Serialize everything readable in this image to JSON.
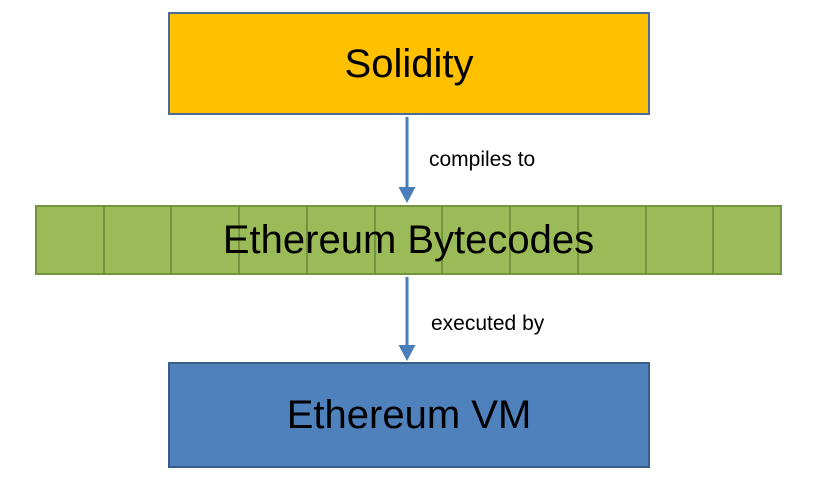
{
  "diagram": {
    "nodes": {
      "solidity": {
        "label": "Solidity",
        "fill": "#FFC000",
        "border": "#4A6B9C"
      },
      "bytecodes": {
        "label": "Ethereum Bytecodes",
        "fill": "#9BBB59",
        "border": "#75923E",
        "segments": 11
      },
      "evm": {
        "label": "Ethereum VM",
        "fill": "#4F81BD",
        "border": "#385D8A"
      }
    },
    "edges": [
      {
        "from": "solidity",
        "to": "bytecodes",
        "label": "compiles to"
      },
      {
        "from": "bytecodes",
        "to": "evm",
        "label": "executed by"
      }
    ],
    "colors": {
      "arrow": "#4A7EBB",
      "text": "#000000",
      "background": "#FFFFFF"
    }
  }
}
